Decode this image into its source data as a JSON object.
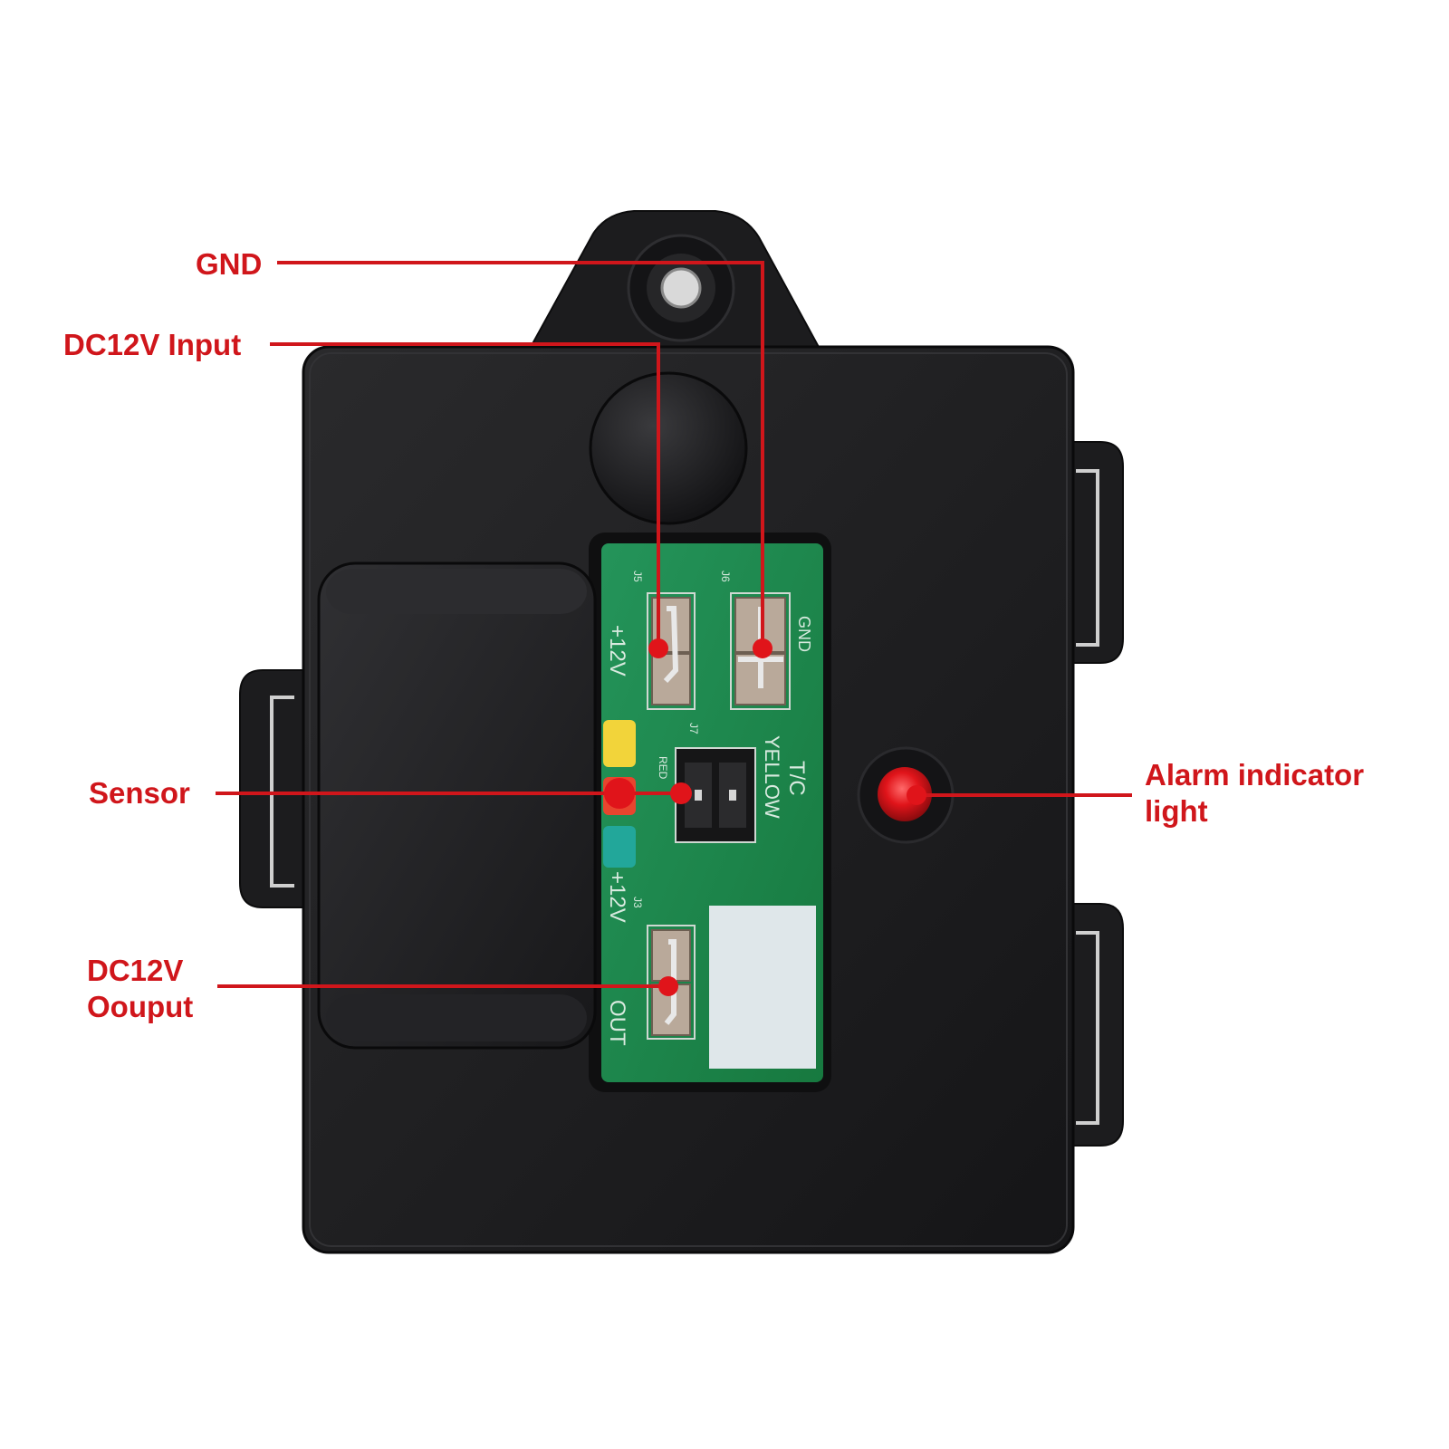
{
  "labels": {
    "gnd": "GND",
    "dc_input": "DC12V Input",
    "sensor": "Sensor",
    "dc_output_line1": "DC12V",
    "dc_output_line2": "Oouput",
    "alarm_line1": "Alarm indicator",
    "alarm_line2": "light"
  },
  "pcb": {
    "j5": "J5",
    "j6": "J6",
    "j7": "J7",
    "j3": "J3",
    "plus12v_top": "+12V",
    "gnd": "GND",
    "tc": "T/C",
    "yellow": "YELLOW",
    "red": "RED",
    "plus12v_bottom": "+12V",
    "out": "OUT"
  },
  "colors": {
    "callout": "#d0161b",
    "housing": "#1d1d1f",
    "pcb": "#1f8a4e",
    "led": "#e0141a"
  }
}
